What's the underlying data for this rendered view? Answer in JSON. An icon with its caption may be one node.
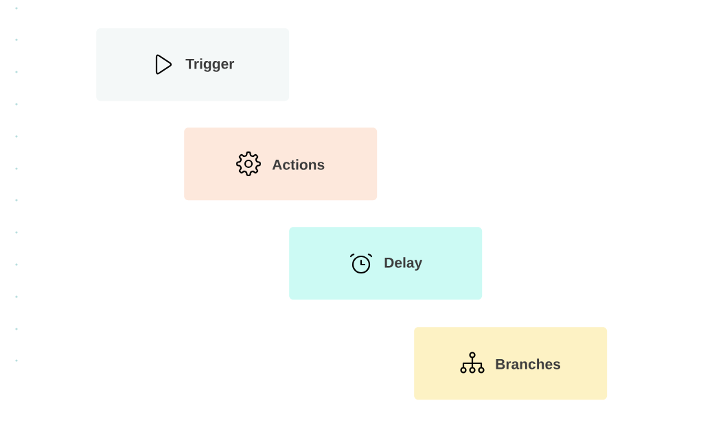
{
  "diagram": {
    "nodes": [
      {
        "text": [
          "Trigger"
        ]
      },
      {
        "text": [
          "Actions"
        ]
      },
      {
        "text": [
          "Delay"
        ]
      },
      {
        "text": [
          "Branches"
        ]
      }
    ]
  }
}
